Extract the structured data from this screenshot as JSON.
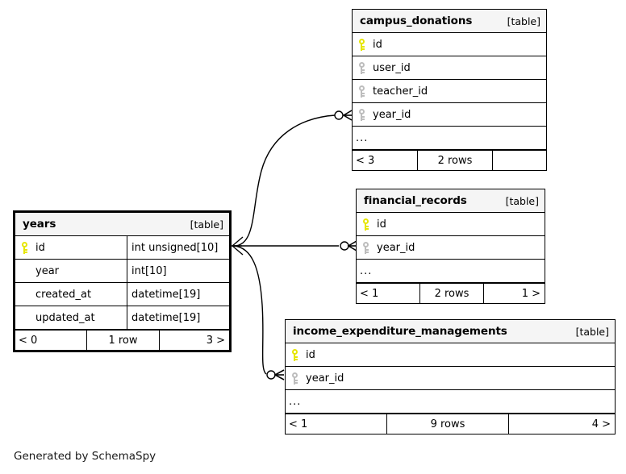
{
  "diagram": {
    "kind_label": "[table]",
    "ellipsis": "...",
    "generated_by": "Generated by SchemaSpy"
  },
  "tables": {
    "years": {
      "name": "years",
      "kind": "[table]",
      "columns": [
        {
          "key": "pk",
          "name": "id",
          "type": "int unsigned[10]"
        },
        {
          "key": "none",
          "name": "year",
          "type": "int[10]"
        },
        {
          "key": "none",
          "name": "created_at",
          "type": "datetime[19]"
        },
        {
          "key": "none",
          "name": "updated_at",
          "type": "datetime[19]"
        }
      ],
      "footer": {
        "left": "< 0",
        "middle": "1 row",
        "right": "3 >"
      }
    },
    "campus_donations": {
      "name": "campus_donations",
      "kind": "[table]",
      "columns": [
        {
          "key": "pk",
          "name": "id"
        },
        {
          "key": "fk",
          "name": "user_id"
        },
        {
          "key": "fk",
          "name": "teacher_id"
        },
        {
          "key": "fk",
          "name": "year_id"
        }
      ],
      "ellipsis": "...",
      "footer": {
        "left": "< 3",
        "middle": "2 rows",
        "right": ""
      }
    },
    "financial_records": {
      "name": "financial_records",
      "kind": "[table]",
      "columns": [
        {
          "key": "pk",
          "name": "id"
        },
        {
          "key": "fk",
          "name": "year_id"
        }
      ],
      "ellipsis": "...",
      "footer": {
        "left": "< 1",
        "middle": "2 rows",
        "right": "1 >"
      }
    },
    "income_expenditure_managements": {
      "name": "income_expenditure_managements",
      "kind": "[table]",
      "columns": [
        {
          "key": "pk",
          "name": "id"
        },
        {
          "key": "fk",
          "name": "year_id"
        }
      ],
      "ellipsis": "...",
      "footer": {
        "left": "< 1",
        "middle": "9 rows",
        "right": "4 >"
      }
    }
  },
  "relationships": [
    {
      "from": "years.id",
      "to": "campus_donations.year_id"
    },
    {
      "from": "years.id",
      "to": "financial_records.year_id"
    },
    {
      "from": "years.id",
      "to": "income_expenditure_managements.year_id"
    }
  ],
  "colors": {
    "primary_key": "#e6e600",
    "foreign_key": "#bdbdbd",
    "header_bg": "#f5f5f5",
    "border": "#000000",
    "background": "#ffffff"
  }
}
